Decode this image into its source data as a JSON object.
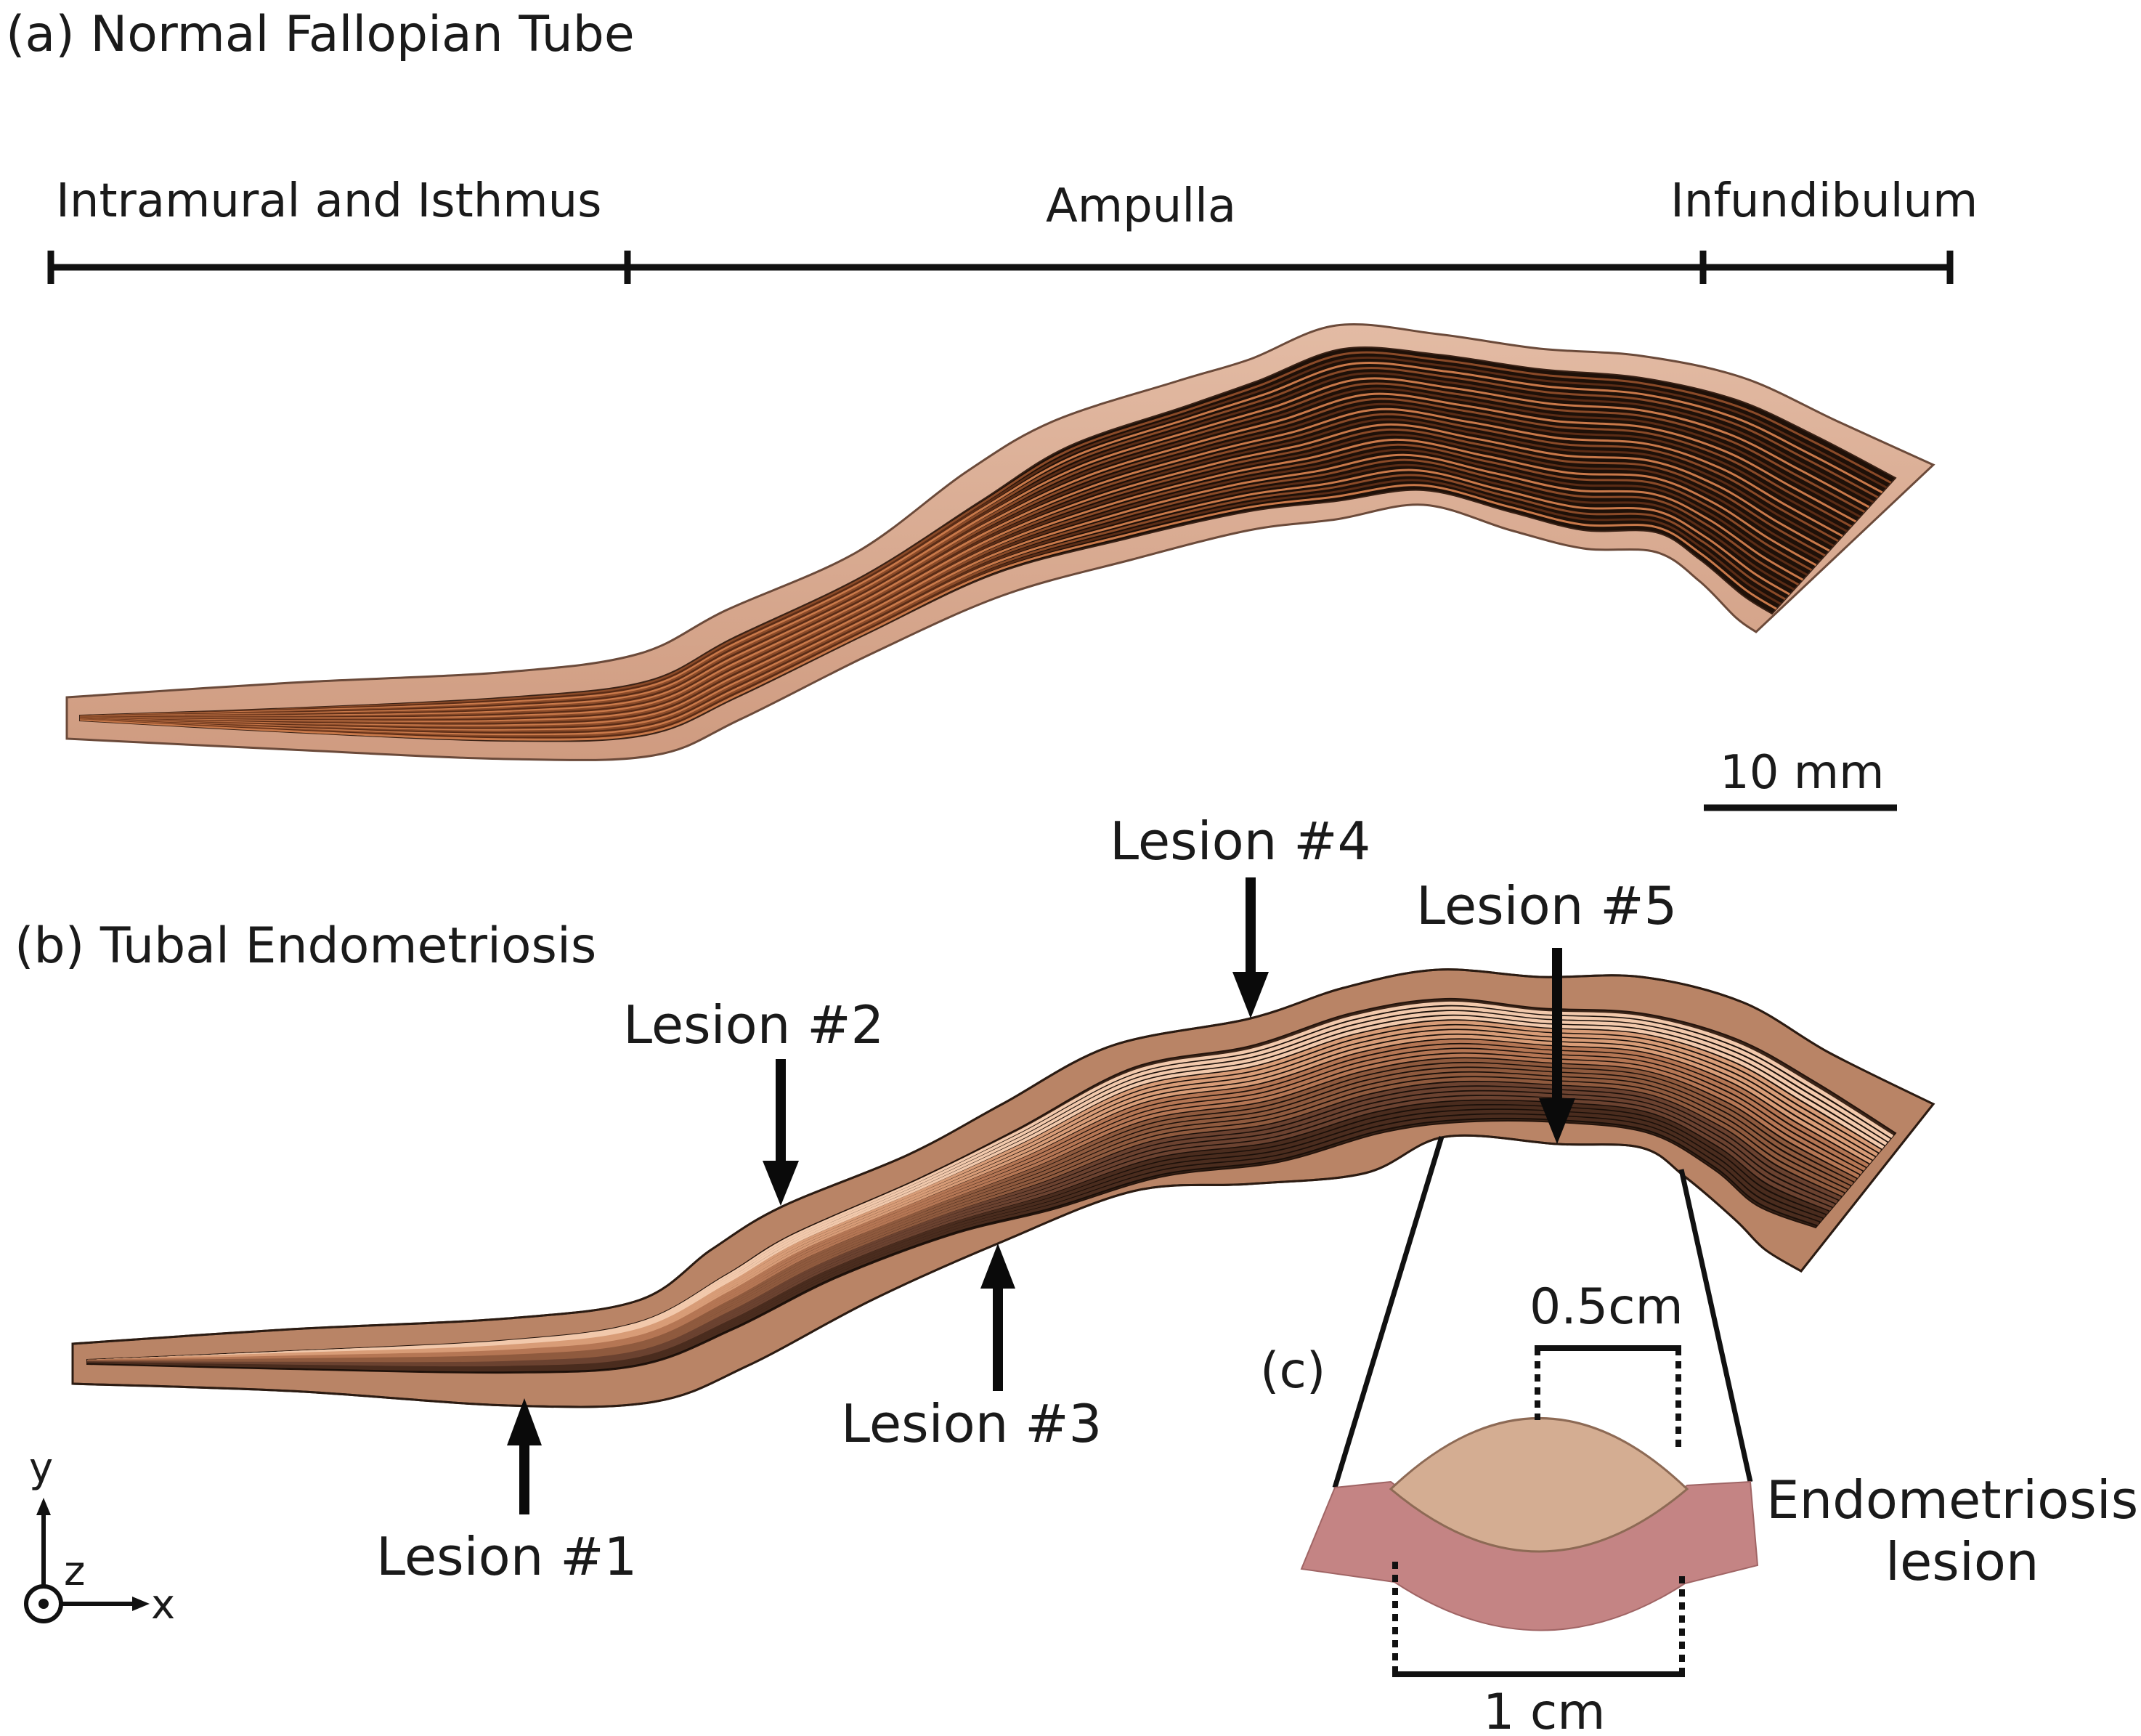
{
  "panel_a": {
    "title": "(a) Normal Fallopian Tube",
    "segments": [
      "Intramural and Isthmus",
      "Ampulla",
      "Infundibulum"
    ],
    "scale_bar": "10 mm"
  },
  "panel_b": {
    "title": "(b) Tubal Endometriosis",
    "lesions": [
      "Lesion #1",
      "Lesion #2",
      "Lesion #3",
      "Lesion #4",
      "Lesion #5"
    ]
  },
  "panel_c": {
    "label": "(c)",
    "height_label": "0.5cm",
    "width_label": "1 cm",
    "callout_line1": "Endometriosis",
    "callout_line2": "lesion"
  },
  "axes": {
    "y": "y",
    "z": "z",
    "x": "x"
  },
  "colors": {
    "tube_wall_normal": "#d9aa90",
    "tube_wall_endometriosis": "#b98466",
    "lumen_folds": "#24140c",
    "lesion_tissue": "#d4ad92",
    "lesion_base_tissue": "#c48484"
  }
}
